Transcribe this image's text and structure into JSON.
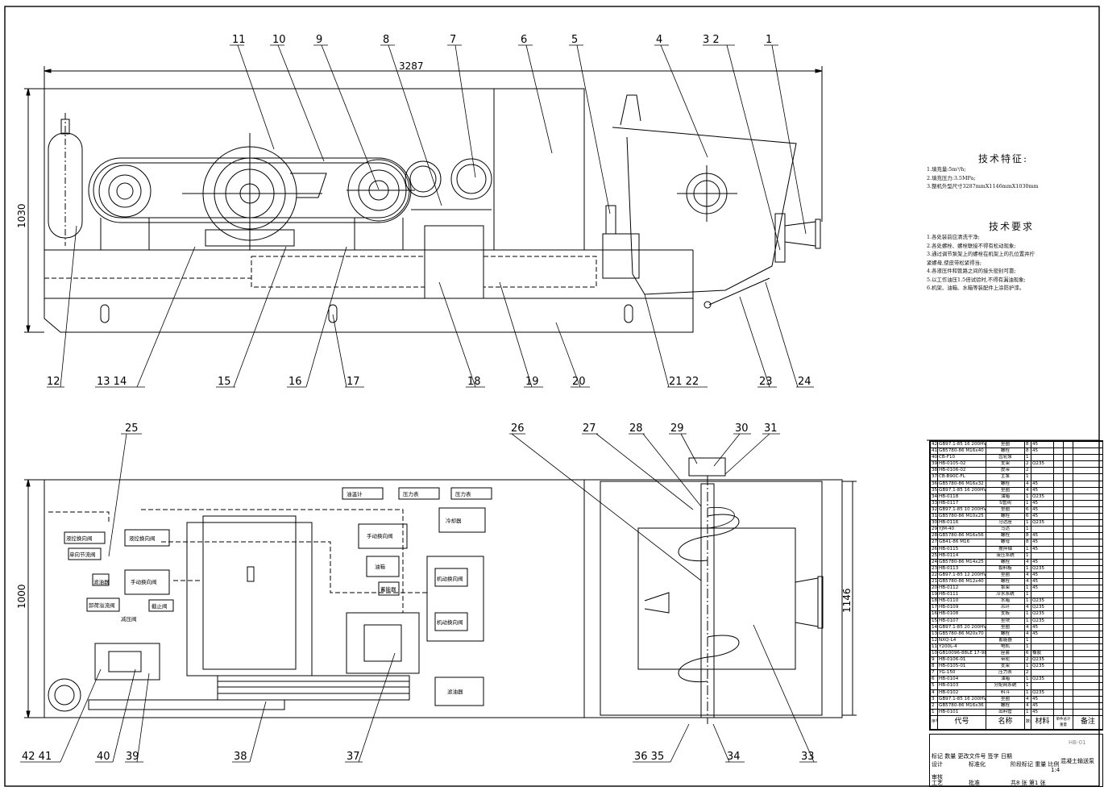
{
  "overall_dims": {
    "length": "3287",
    "height_side": "1030",
    "height_plan": "1000",
    "width_plan": "1146"
  },
  "part_callouts_top": [
    "1",
    "2",
    "3",
    "4",
    "5",
    "6",
    "7",
    "8",
    "9",
    "10",
    "11"
  ],
  "part_callouts_bottom_side": [
    "12",
    "13 14",
    "15",
    "16",
    "17",
    "18",
    "19",
    "20",
    "21 22",
    "23",
    "24"
  ],
  "part_callouts_plan_top": [
    "25",
    "26",
    "27",
    "28",
    "29",
    "30",
    "31"
  ],
  "part_callouts_plan_bottom": [
    "42 41",
    "40",
    "39",
    "38",
    "37",
    "36 35",
    "34",
    "33"
  ],
  "hydraulic_labels": {
    "oil_temp_gauge": "油温计",
    "pressure_gauge_1": "压力表",
    "pressure_gauge_2": "压力表",
    "cooler": "冷却器",
    "manual_valve_1": "手动换向阀",
    "manual_valve_2": "手动换向阀",
    "hydraulic_control_valve": "液控换向阀",
    "check_valve": "单向节流阀",
    "filter_small": "滤油器",
    "filter_large": "滤油器",
    "unload_overflow": "卸荷溢流阀",
    "stop_valve": "截止阀",
    "pressure_relief": "减压阀",
    "motor_valve_1": "机动换向阀",
    "motor_valve_2": "机动换向阀",
    "accumulator": "蓄能器",
    "oil_tank_note": "油箱",
    "misc": "液控换向阀"
  },
  "technical_features": {
    "title": "技术特征:",
    "items": [
      "1.填充量:5m³/h;",
      "2.填充压力:3.5MPa;",
      "3.整机外型尺寸3287mmX1146mmX1030mm"
    ]
  },
  "technical_requirements": {
    "title": "技术要求",
    "items": [
      "1.各处装前应清洗干净;",
      "2.各处螺栓、螺栓联接不得有松动现象;",
      "3.通过调节泵架上的螺栓在机架上的孔位置并拧",
      "紧螺母,使皮带松紧得当;",
      "4.各液压件和管路之间的接头密封可靠;",
      "5.以工作油压1.5倍试验时,不得有漏油现象;",
      "6.机架、油箱、水箱等装配件上涂防护漆。"
    ]
  },
  "bom_rows": [
    [
      "42",
      "GB97.1-85 16 200HV",
      "垫圈",
      "8",
      "45"
    ],
    [
      "41",
      "GB5780-86 M16x40",
      "螺栓",
      "8",
      "45"
    ],
    [
      "40",
      "CB-F10",
      "齿轮泵",
      "1",
      ""
    ],
    [
      "39",
      "HB-0105-02",
      "支架",
      "2",
      "Q235"
    ],
    [
      "38",
      "HB-0106-02",
      "皮带",
      "2",
      ""
    ],
    [
      "37",
      "CB-B90C-FL",
      "主泵",
      "1",
      ""
    ],
    [
      "36",
      "GB5780-86 M16x32",
      "螺栓",
      "4",
      "45"
    ],
    [
      "35",
      "GB97.1-85 16 200HV",
      "垫圈",
      "4",
      "45"
    ],
    [
      "34",
      "HB-0118",
      "油箱",
      "1",
      "Q235"
    ],
    [
      "33",
      "HB-0117",
      "S管阀",
      "1",
      "45"
    ],
    [
      "32",
      "GB97.1-85 10 200HV",
      "垫圈",
      "6",
      "45"
    ],
    [
      "31",
      "GB5780-86 M10x25",
      "螺栓",
      "6",
      "45"
    ],
    [
      "30",
      "HB-0116",
      "马达座",
      "1",
      "Q235"
    ],
    [
      "29",
      "YJM-40",
      "马达",
      "1",
      ""
    ],
    [
      "28",
      "GB5780-86 M16x56",
      "螺栓",
      "8",
      "45"
    ],
    [
      "27",
      "GB41-86 M16",
      "螺母",
      "8",
      "45"
    ],
    [
      "26",
      "HB-0115",
      "搅拌轴",
      "1",
      "45"
    ],
    [
      "25",
      "HB-0114",
      "液压系统",
      "1",
      ""
    ],
    [
      "24",
      "GB5780-86 M14x25",
      "螺栓",
      "4",
      "45"
    ],
    [
      "23",
      "HB-0113",
      "裂料板",
      "1",
      "Q235"
    ],
    [
      "22",
      "GB97.1-85 12 200HV",
      "垫圈",
      "4",
      "45"
    ],
    [
      "21",
      "GB5780-86 M12x40",
      "螺栓",
      "4",
      "45"
    ],
    [
      "20",
      "HB-0112",
      "泵架",
      "1",
      "45"
    ],
    [
      "19",
      "HB-0111",
      "冷水系统",
      "1",
      ""
    ],
    [
      "18",
      "HB-0110",
      "水箱",
      "1",
      "Q235"
    ],
    [
      "17",
      "HB-0109",
      "吊环",
      "4",
      "Q235"
    ],
    [
      "16",
      "HB-0108",
      "支板",
      "1",
      "Q235"
    ],
    [
      "15",
      "HB-0107",
      "垫块",
      "1",
      "Q235"
    ],
    [
      "14",
      "GB97.1-85 20 200HV",
      "垫圈",
      "4",
      "45"
    ],
    [
      "13",
      "GB5780-86 M20x70",
      "螺栓",
      "4",
      "45"
    ],
    [
      "12",
      "NXQ-L4",
      "蓄能器",
      "1",
      ""
    ],
    [
      "11",
      "Y200L-4",
      "电机",
      "1",
      ""
    ],
    [
      "10",
      "GB10096-88LE 17-98",
      "座套",
      "6",
      "橡胶"
    ],
    [
      "9",
      "HB-0106-01",
      "带轮",
      "2",
      "Q235"
    ],
    [
      "8",
      "HB-0105-01",
      "支架",
      "1",
      "Q235"
    ],
    [
      "7",
      "YG-150",
      "压力表",
      "2",
      ""
    ],
    [
      "6",
      "HB-0104",
      "油箱",
      "1",
      "Q235"
    ],
    [
      "5",
      "HB-0103",
      "分配阀系统",
      "1",
      ""
    ],
    [
      "4",
      "HB-0102",
      "料斗",
      "1",
      "Q235"
    ],
    [
      "3",
      "GB97.1-85 16 200HV",
      "垫圈",
      "4",
      "45"
    ],
    [
      "2",
      "GB5780-86 M16x36",
      "螺栓",
      "4",
      "45"
    ],
    [
      "1",
      "HB-0101",
      "出料管",
      "1",
      "45"
    ]
  ],
  "bom_header": {
    "seq": "序号",
    "code": "代号",
    "name": "名称",
    "qty": "数量",
    "material": "材料",
    "weight": "单件总计 重量",
    "remark": "备注"
  },
  "title_block": {
    "drawing_name": "混凝土输送泵",
    "drawing_no": "HB-01",
    "row1": "标记 数量 更改文件号 签字 日期",
    "design": "设计",
    "standard": "标准化",
    "stage": "阶段标记 重量 比例",
    "scale": "1:4",
    "check": "审核",
    "process": "工艺",
    "approve": "批准",
    "sheets": "共8 张 第1 张"
  }
}
